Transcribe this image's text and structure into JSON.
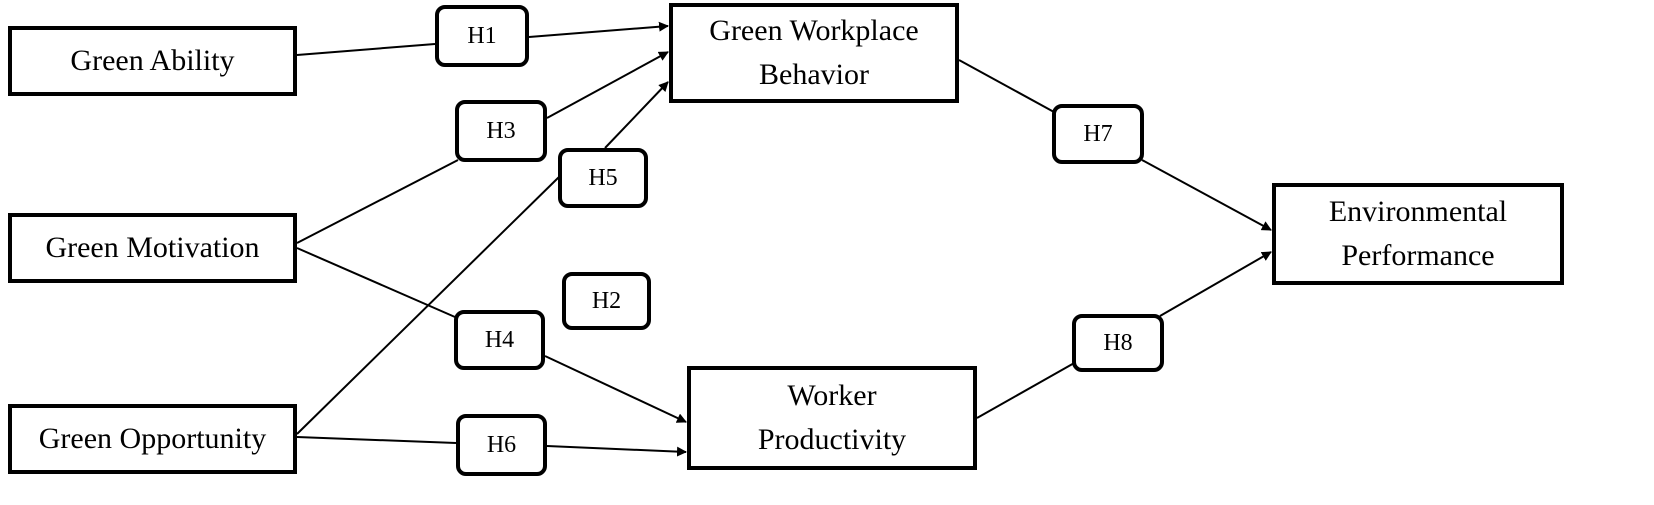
{
  "constructs": {
    "green_ability": "Green Ability",
    "green_motivation": "Green Motivation",
    "green_opportunity": "Green Opportunity",
    "green_workplace_behavior": [
      "Green Workplace",
      "Behavior"
    ],
    "worker_productivity": [
      "Worker",
      "Productivity"
    ],
    "environmental_performance": [
      "Environmental",
      "Performance"
    ]
  },
  "hypotheses": {
    "h1": "H1",
    "h2": "H2",
    "h3": "H3",
    "h4": "H4",
    "h5": "H5",
    "h6": "H6",
    "h7": "H7",
    "h8": "H8"
  },
  "paths": [
    {
      "id": "h1",
      "from": "Green Ability",
      "to": "Green Workplace Behavior"
    },
    {
      "id": "h3",
      "from": "Green Motivation",
      "to": "Green Workplace Behavior"
    },
    {
      "id": "h4",
      "from": "Green Motivation",
      "to": "Worker Productivity"
    },
    {
      "id": "h5",
      "from": "Green Opportunity",
      "to": "Green Workplace Behavior"
    },
    {
      "id": "h6",
      "from": "Green Opportunity",
      "to": "Worker Productivity"
    },
    {
      "id": "h7",
      "from": "Green Workplace Behavior",
      "to": "Environmental Performance"
    },
    {
      "id": "h8",
      "from": "Worker Productivity",
      "to": "Environmental Performance"
    }
  ],
  "colors": {
    "stroke": "#000000",
    "background": "#ffffff"
  }
}
